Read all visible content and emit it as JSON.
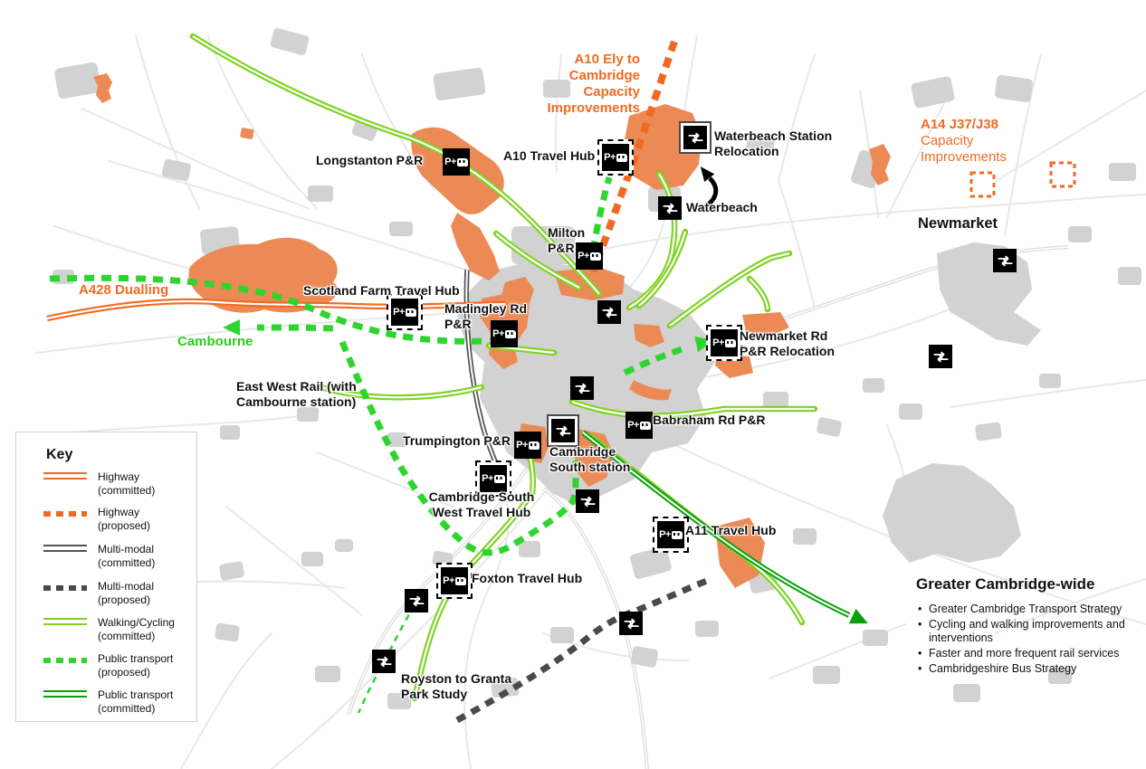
{
  "title": "Greater Cambridge transport schemes map",
  "colors": {
    "highway": "#F26A21",
    "multi_modal": "#555555",
    "walking_cycling": "#7ED321",
    "public_transport_proposed": "#2ED52E",
    "public_transport_committed": "#0AA00A",
    "development_area": "#EC8A55",
    "built_up_area": "#D2D2D2"
  },
  "icons": {
    "pr_label": "P+",
    "rail_symbol": "british-rail-double-arrow"
  },
  "key": {
    "title": "Key",
    "items": [
      {
        "line1": "Highway",
        "line2": "(committed)",
        "style": "highway-committed"
      },
      {
        "line1": "Highway",
        "line2": "(proposed)",
        "style": "highway-proposed"
      },
      {
        "line1": "Multi-modal",
        "line2": "(committed)",
        "style": "multi-modal-committed"
      },
      {
        "line1": "Multi-modal",
        "line2": "(proposed)",
        "style": "multi-modal-proposed"
      },
      {
        "line1": "Walking/Cycling",
        "line2": "(committed)",
        "style": "walking-cycling-committed"
      },
      {
        "line1": "Public transport",
        "line2": "(proposed)",
        "style": "public-transport-proposed"
      },
      {
        "line1": "Public transport",
        "line2": "(committed)",
        "style": "public-transport-committed"
      }
    ]
  },
  "map_labels": {
    "a10_scheme": {
      "line1": "A10 Ely to",
      "line2": "Cambridge",
      "line3": "Capacity",
      "line4": "Improvements"
    },
    "waterbeach_station": {
      "line1": "Waterbeach Station",
      "line2": "Relocation"
    },
    "waterbeach": {
      "text": "Waterbeach"
    },
    "a14_scheme": {
      "line1": "A14 J37/J38",
      "line2": "Capacity",
      "line3": "Improvements"
    },
    "newmarket": {
      "text": "Newmarket"
    },
    "longstanton": {
      "text": "Longstanton P&R"
    },
    "a10_hub": {
      "text": "A10 Travel Hub"
    },
    "milton": {
      "line1": "Milton",
      "line2": "P&R"
    },
    "a428": {
      "text": "A428 Dualling"
    },
    "cambourne": {
      "text": "Cambourne"
    },
    "scotland_farm": {
      "text": "Scotland Farm Travel Hub"
    },
    "madingley": {
      "line1": "Madingley Rd",
      "line2": "P&R"
    },
    "newmarket_rd": {
      "line1": "Newmarket Rd",
      "line2": "P&R Relocation"
    },
    "east_west_rail": {
      "line1": "East West Rail (with",
      "line2": "Cambourne station)"
    },
    "babraham": {
      "text": "Babraham Rd P&R"
    },
    "trumpington": {
      "text": "Trumpington P&R"
    },
    "cambridge_south": {
      "line1": "Cambridge",
      "line2": "South station"
    },
    "csw_hub": {
      "line1": "Cambridge South",
      "line2": "West Travel Hub"
    },
    "a11_hub": {
      "text": "A11 Travel Hub"
    },
    "foxton_hub": {
      "text": "Foxton Travel Hub"
    },
    "royston": {
      "line1": "Royston to Granta",
      "line2": "Park Study"
    }
  },
  "notes": {
    "title": "Greater Cambridge-wide",
    "bullets": [
      "Greater Cambridge Transport Strategy",
      "Cycling and walking improvements and interventions",
      "Faster and more frequent rail services",
      "Cambridgeshire Bus Strategy"
    ]
  }
}
